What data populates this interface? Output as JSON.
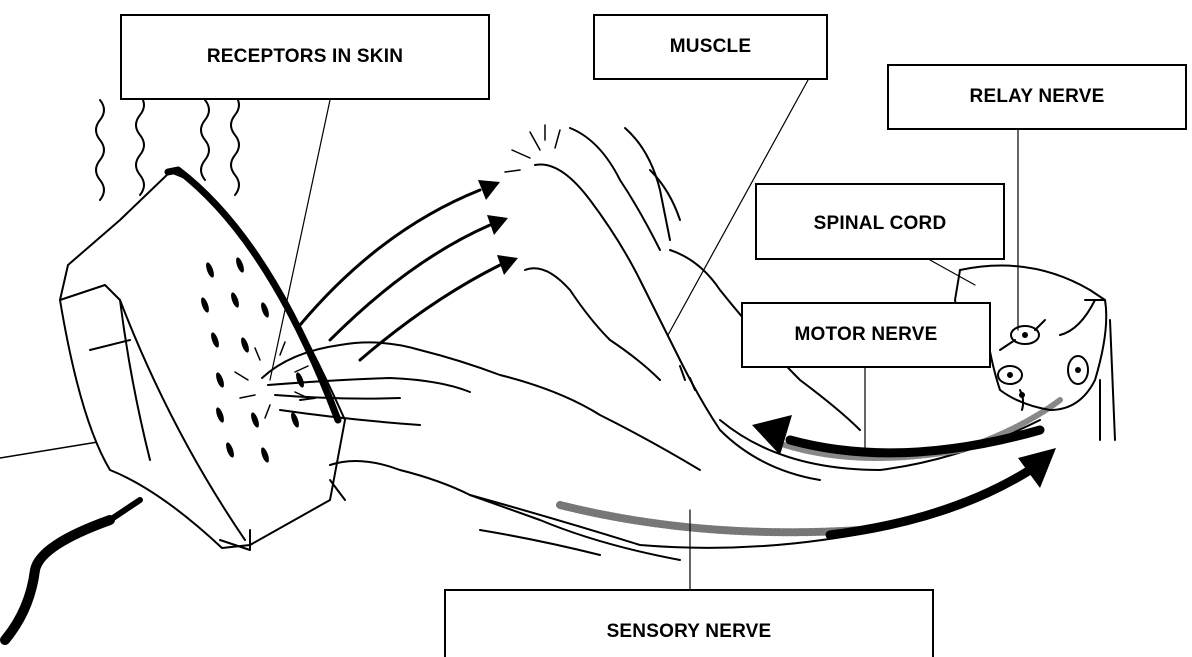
{
  "labels": {
    "receptors": "RECEPTORS IN SKIN",
    "muscle": "MUSCLE",
    "relay": "RELAY NERVE",
    "spinal": "SPINAL CORD",
    "motor": "MOTOR NERVE",
    "sensory": "SENSORY NERVE"
  },
  "colors": {
    "line": "#000000",
    "background": "#ffffff"
  }
}
